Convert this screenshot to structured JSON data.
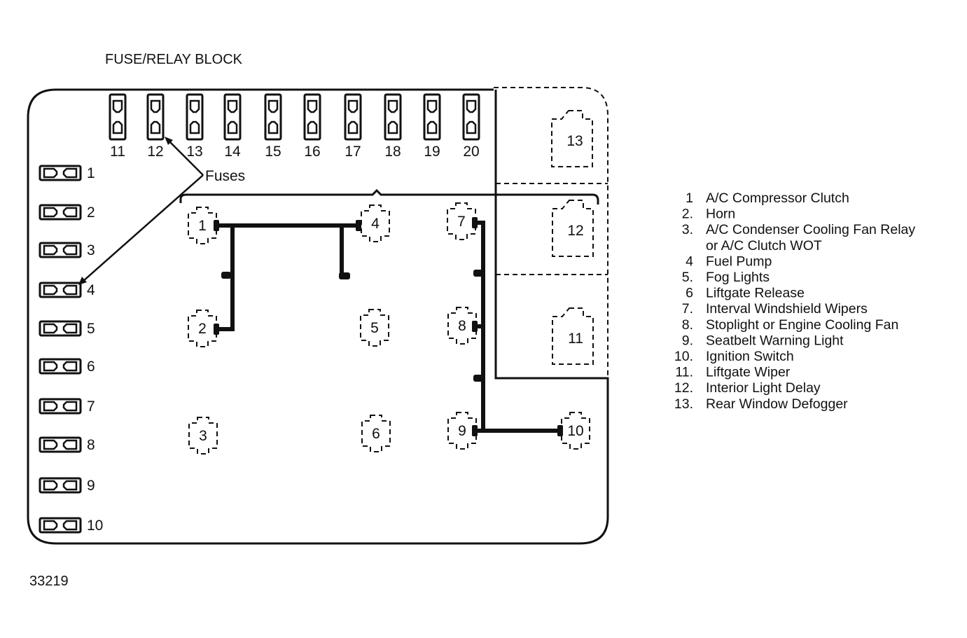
{
  "title": "FUSE/RELAY BLOCK",
  "fuses_label": "Fuses",
  "figure_number": "33219",
  "top_fuses": [
    "11",
    "12",
    "13",
    "14",
    "15",
    "16",
    "17",
    "18",
    "19",
    "20"
  ],
  "left_fuses": [
    "1",
    "2",
    "3",
    "4",
    "5",
    "6",
    "7",
    "8",
    "9",
    "10"
  ],
  "relays": [
    "1",
    "2",
    "3",
    "4",
    "5",
    "6",
    "7",
    "8",
    "9",
    "10",
    "11",
    "12",
    "13"
  ],
  "legend": [
    {
      "num": "1",
      "text": "A/C Compressor Clutch"
    },
    {
      "num": "2.",
      "text": "Horn"
    },
    {
      "num": "3.",
      "text": "A/C Condenser Cooling Fan Relay"
    },
    {
      "num": "",
      "text": "or A/C Clutch WOT"
    },
    {
      "num": "4",
      "text": "Fuel Pump"
    },
    {
      "num": "5.",
      "text": "Fog Lights"
    },
    {
      "num": "6",
      "text": "Liftgate Release"
    },
    {
      "num": "7.",
      "text": "Interval Windshield Wipers"
    },
    {
      "num": "8.",
      "text": "Stoplight or Engine Cooling Fan"
    },
    {
      "num": "9.",
      "text": "Seatbelt Warning Light"
    },
    {
      "num": "10.",
      "text": "Ignition Switch"
    },
    {
      "num": "11.",
      "text": "Liftgate Wiper"
    },
    {
      "num": "12.",
      "text": "Interior Light Delay"
    },
    {
      "num": "13.",
      "text": "Rear Window Defogger"
    }
  ]
}
